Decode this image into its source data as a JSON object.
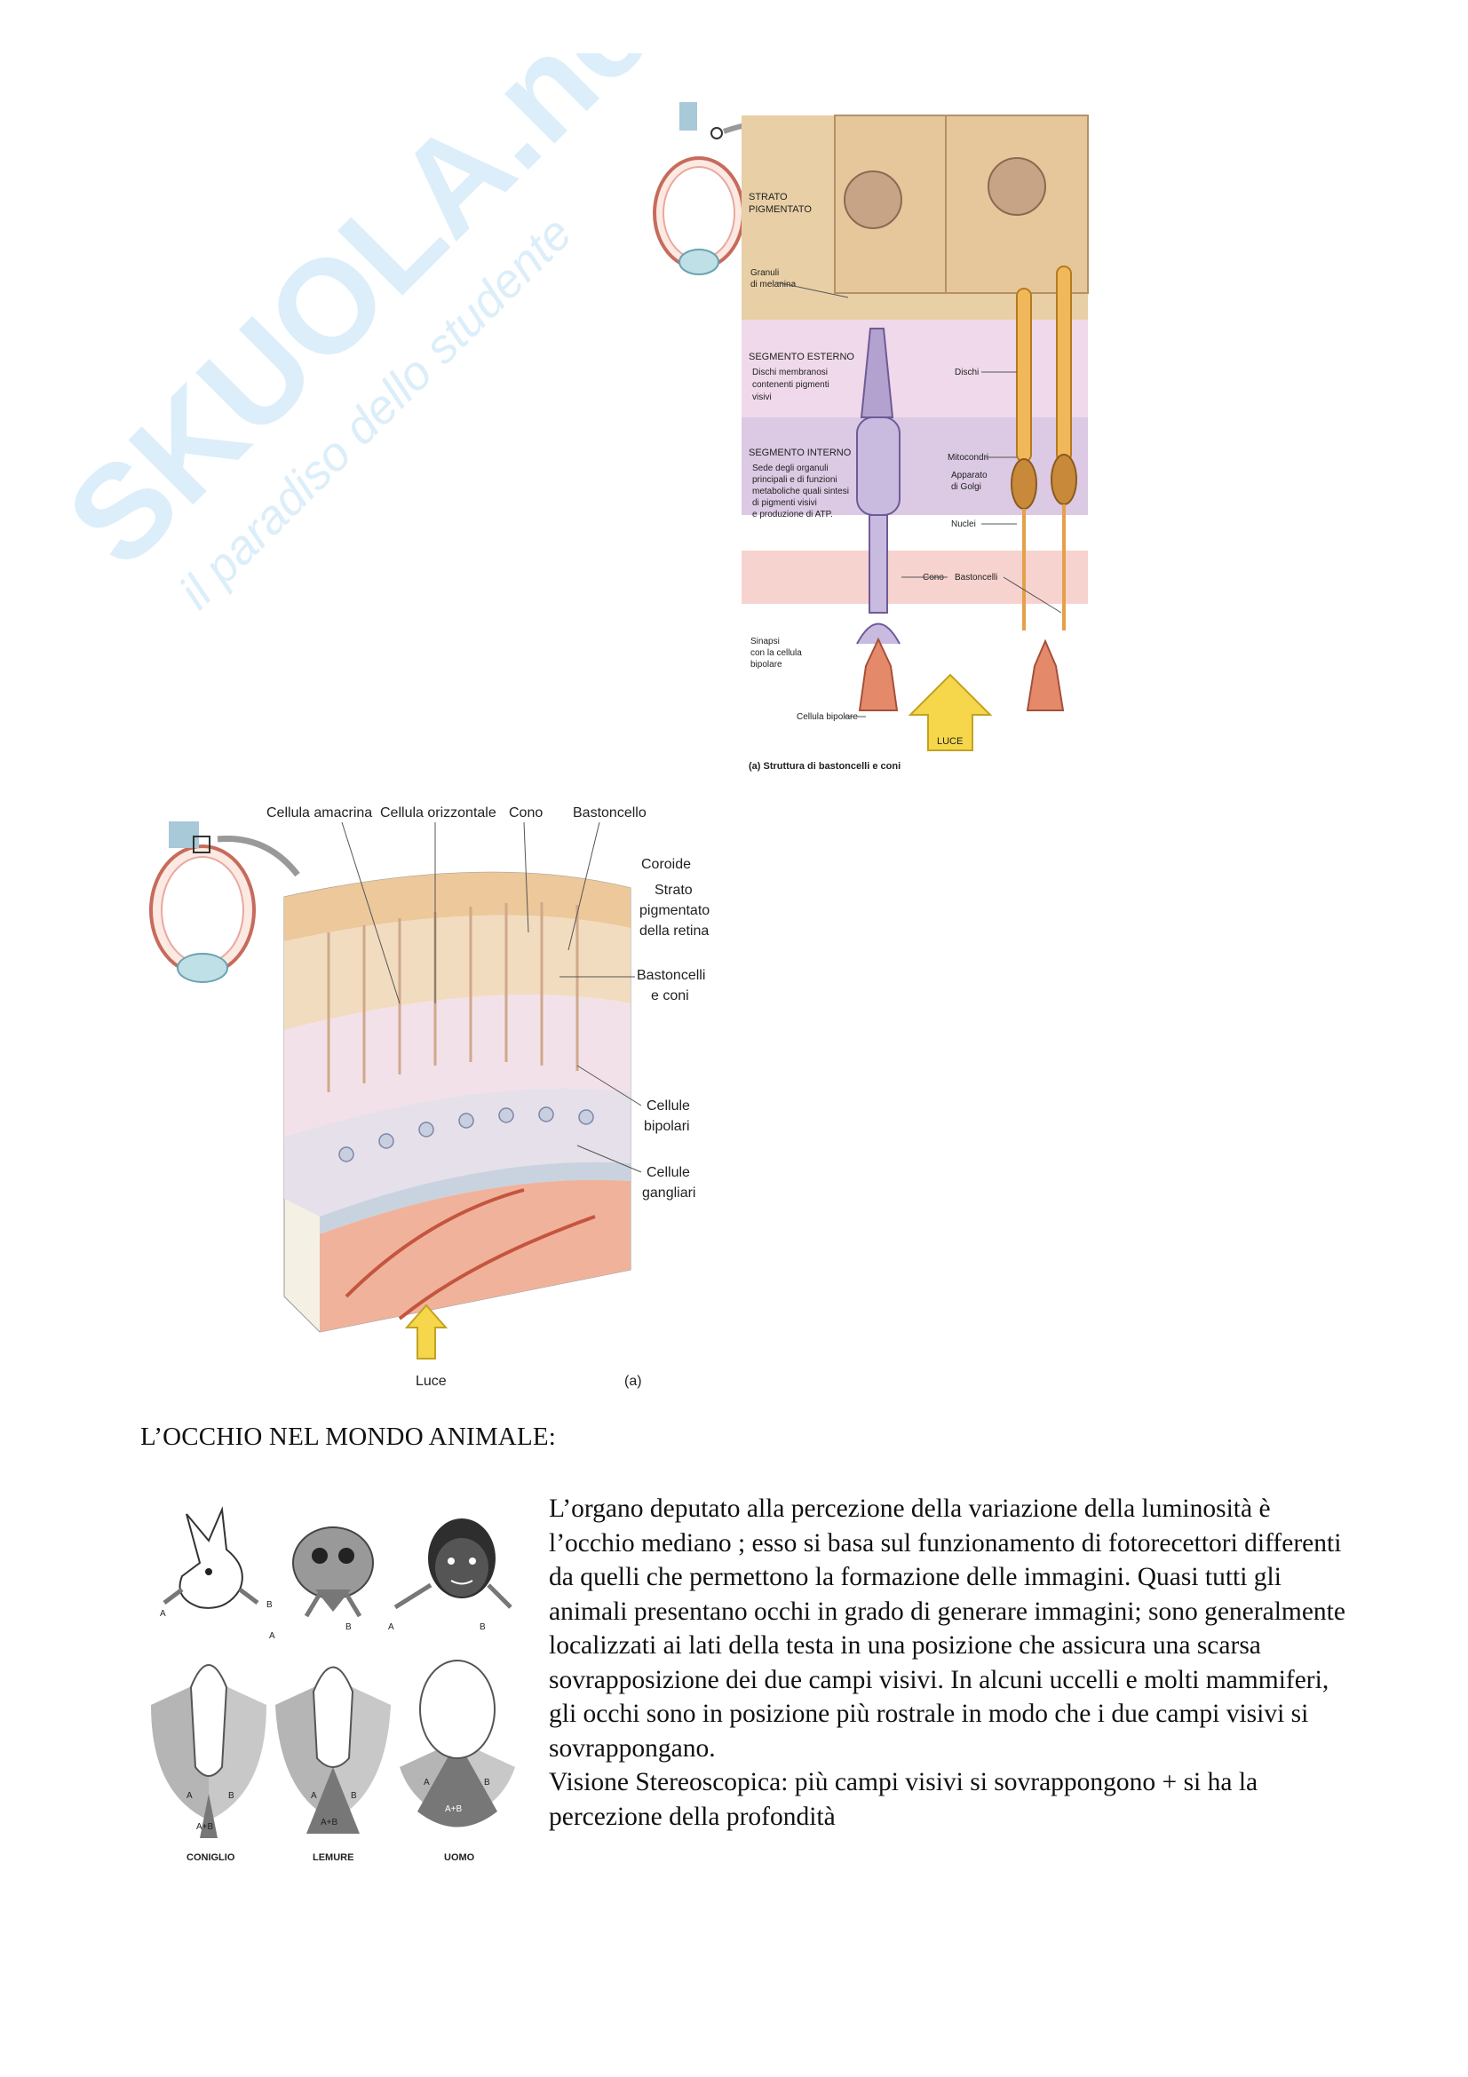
{
  "watermark": {
    "brand": "SKUOLA.net",
    "tagline": "il paradiso dello studente"
  },
  "figure1": {
    "labels": {
      "strato_pigmentato": [
        "STRATO",
        "PIGMENTATO"
      ],
      "granuli": [
        "Granuli",
        "di melanina"
      ],
      "segmento_esterno": [
        "SEGMENTO ESTERNO",
        "Dischi membranosi",
        "contenenti pigmenti",
        "visivi"
      ],
      "segmento_interno": [
        "SEGMENTO INTERNO",
        "Sede degli organuli",
        "principali e di funzioni",
        "metaboliche quali sintesi",
        "di pigmenti visivi",
        "e produzione di ATP."
      ],
      "sinapsi": [
        "Sinapsi",
        "con la cellula",
        "bipolare"
      ],
      "cellula_bipolare": "Cellula bipolare",
      "dischi": "Dischi",
      "mitocondri": "Mitocondri",
      "apparato": [
        "Apparato",
        "di Golgi"
      ],
      "nuclei": "Nuclei",
      "cono": "Cono",
      "bastoncelli": "Bastoncelli",
      "luce": "LUCE",
      "caption": "(a) Struttura di bastoncelli e coni"
    },
    "colors": {
      "pigment": "#e9cfa6",
      "outer": "#efd9ea",
      "inner": "#dcc9e3",
      "synapse": "#f7d3cf",
      "cone": "#b3a2cf",
      "rod": "#f0b85a",
      "bipolar": "#e48a6a"
    }
  },
  "figure2": {
    "labels": {
      "top": [
        "Cellula amacrina",
        "Cellula orizzontale",
        "Cono",
        "Bastoncello"
      ],
      "right": [
        "Coroide",
        "Strato",
        "pigmentato",
        "della retina",
        "Bastoncelli",
        "e coni",
        "Cellule",
        "bipolari",
        "Cellule",
        "gangliari"
      ],
      "luce": "Luce",
      "panel": "(a)"
    }
  },
  "heading": "L’OCCHIO NEL MONDO ANIMALE:",
  "figure3": {
    "animals": [
      "CONIGLIO",
      "LEMURE",
      "UOMO"
    ],
    "field_labels": {
      "a": "A",
      "b": "B",
      "ab": "A+B"
    }
  },
  "paragraph": {
    "text": "L’organo deputato alla percezione della variazione della luminosità è l’occhio mediano ; esso si basa sul funzionamento di fotorecettori differenti da quelli che permettono la formazione delle immagini. Quasi tutti gli animali presentano occhi in grado di generare immagini; sono generalmente localizzati ai lati della testa in una posizione che assicura una scarsa sovrapposizione dei due campi visivi. In alcuni uccelli e molti mammiferi, gli occhi sono in posizione più rostrale in modo che i due campi visivi si sovrappongano.",
    "stereo": "Visione Stereoscopica: più campi visivi si sovrappongono + si ha la percezione della profondità"
  }
}
